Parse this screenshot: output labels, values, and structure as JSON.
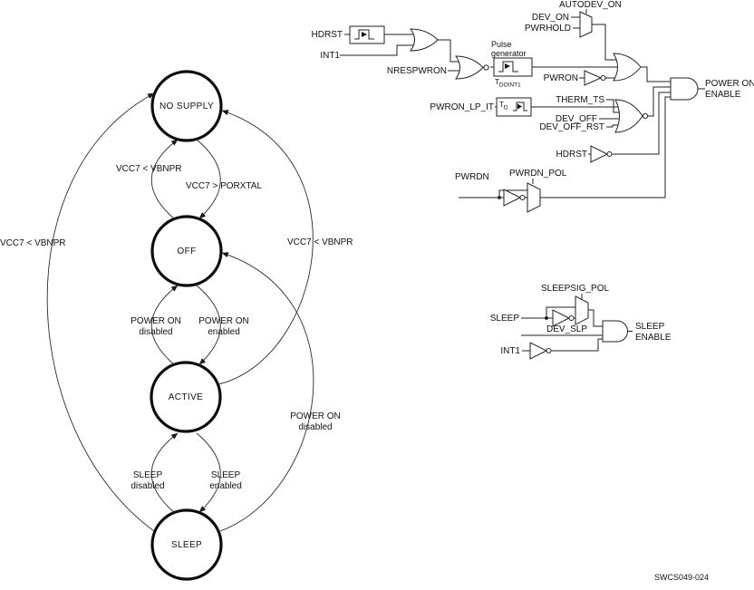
{
  "figure": {
    "code": "SWCS049-024"
  },
  "state_diagram": {
    "states": {
      "no_supply": "NO SUPPLY",
      "off": "OFF",
      "active": "ACTIVE",
      "sleep": "SLEEP"
    },
    "transitions": {
      "off_to_no_supply": "VCC7 < VBNPR",
      "no_supply_to_off": "VCC7 > PORXTAL",
      "active_to_off": {
        "l1": "POWER ON",
        "l2": "disabled"
      },
      "off_to_active": {
        "l1": "POWER ON",
        "l2": "enabled"
      },
      "sleep_to_active": {
        "l1": "SLEEP",
        "l2": "disabled"
      },
      "active_to_sleep": {
        "l1": "SLEEP",
        "l2": "enabled"
      },
      "sleep_to_no_supply": "VCC7 < VBNPR",
      "active_to_no_supply": "VCC7 < VBNPR",
      "sleep_to_off": {
        "l1": "POWER ON",
        "l2": "disabled"
      }
    }
  },
  "power_on_circuit": {
    "inputs": {
      "hdrst": "HDRST",
      "int1": "INT1",
      "nrespwron": "NRESPWRON",
      "autodev_on": "AUTODEV_ON",
      "dev_on": "DEV_ON",
      "pwrhold": "PWRHOLD",
      "pwron": "PWRON",
      "pwron_lp_it": "PWRON_LP_IT",
      "therm_ts": "THERM_TS",
      "dev_off": "DEV_OFF",
      "dev_off_rst": "DEV_OFF_RST",
      "hdrst2": "HDRST",
      "pwrdn": "PWRDN",
      "pwrdn_pol": "PWRDN_POL"
    },
    "pulse_generator": {
      "l1": "Pulse",
      "l2": "generator",
      "t": "T",
      "t_sub": "DOINT1"
    },
    "delay_box": {
      "t": "T",
      "t_sub": "D"
    },
    "output": {
      "l1": "POWER ON",
      "l2": "ENABLE"
    }
  },
  "sleep_circuit": {
    "inputs": {
      "sleepsig_pol": "SLEEPSIG_POL",
      "sleep": "SLEEP",
      "dev_slp": "DEV_SLP",
      "int1": "INT1"
    },
    "output": {
      "l1": "SLEEP",
      "l2": "ENABLE"
    }
  }
}
